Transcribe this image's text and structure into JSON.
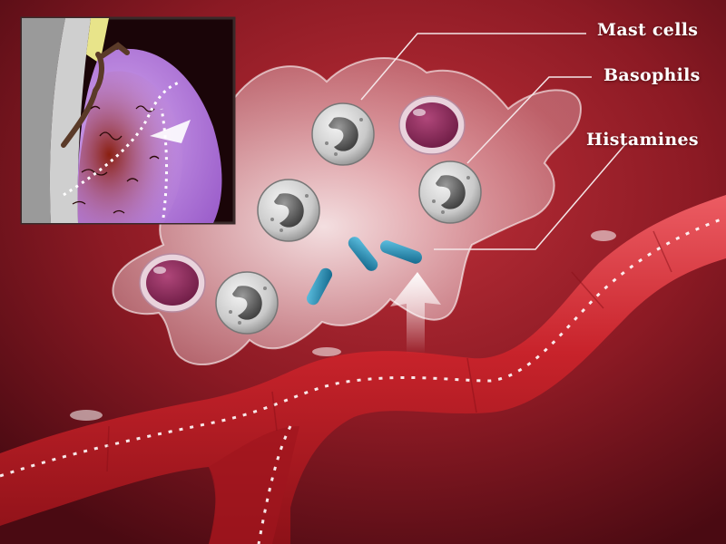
{
  "labels": {
    "mast_cells": "Mast cells",
    "basophils": "Basophils",
    "histamines": "Histamines"
  },
  "colors": {
    "background_dark": "#5a0d16",
    "background_light": "#c0303a",
    "vessel_red": "#c8232b",
    "vessel_highlight": "#e65058",
    "tissue_cloud": "#f2dde0",
    "histamine_blue": "#1e8fb5",
    "basophil_purple": "#8b2a5a",
    "mast_cell_gray": "#cfcfcf",
    "inset_purple": "#b57fd8"
  },
  "icons": {
    "mast_cell": "mast-cell-icon",
    "basophil": "basophil-icon",
    "histamine": "histamine-molecule-icon",
    "blood_vessel": "blood-vessel-icon",
    "flow_arrow": "flow-arrow-icon"
  }
}
